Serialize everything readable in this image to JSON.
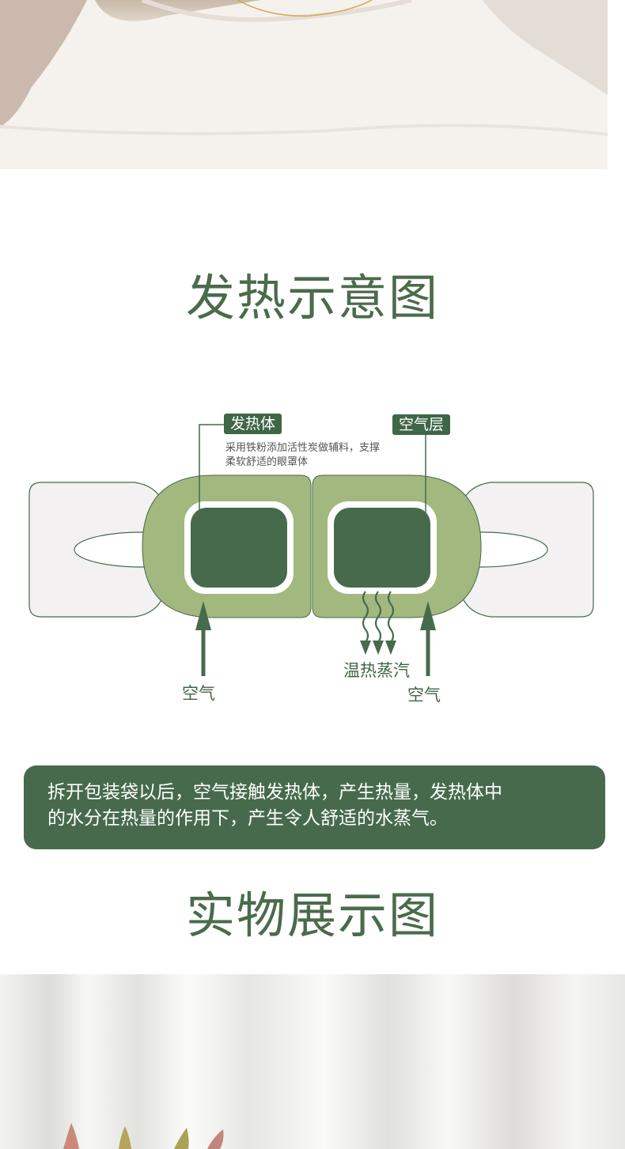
{
  "sections": {
    "heating_title": "发热示意图",
    "product_title": "实物展示图"
  },
  "diagram": {
    "label_heater": "发热体",
    "heater_desc_line1": "采用铁粉添加活性炭做辅料，支撑",
    "heater_desc_line2": "柔软舒适的眼罩体",
    "label_air_layer": "空气层",
    "label_air_left": "空气",
    "label_air_right": "空气",
    "label_steam": "温热蒸汽",
    "colors": {
      "dark_green": "#476a4c",
      "light_green": "#a3b87e",
      "pad_fill": "#f3f1f2"
    }
  },
  "note": {
    "line1": "拆开包装袋以后，空气接触发热体，产生热量，发热体中",
    "line2": "的水分在热量的作用下，产生令人舒适的水蒸气。"
  }
}
